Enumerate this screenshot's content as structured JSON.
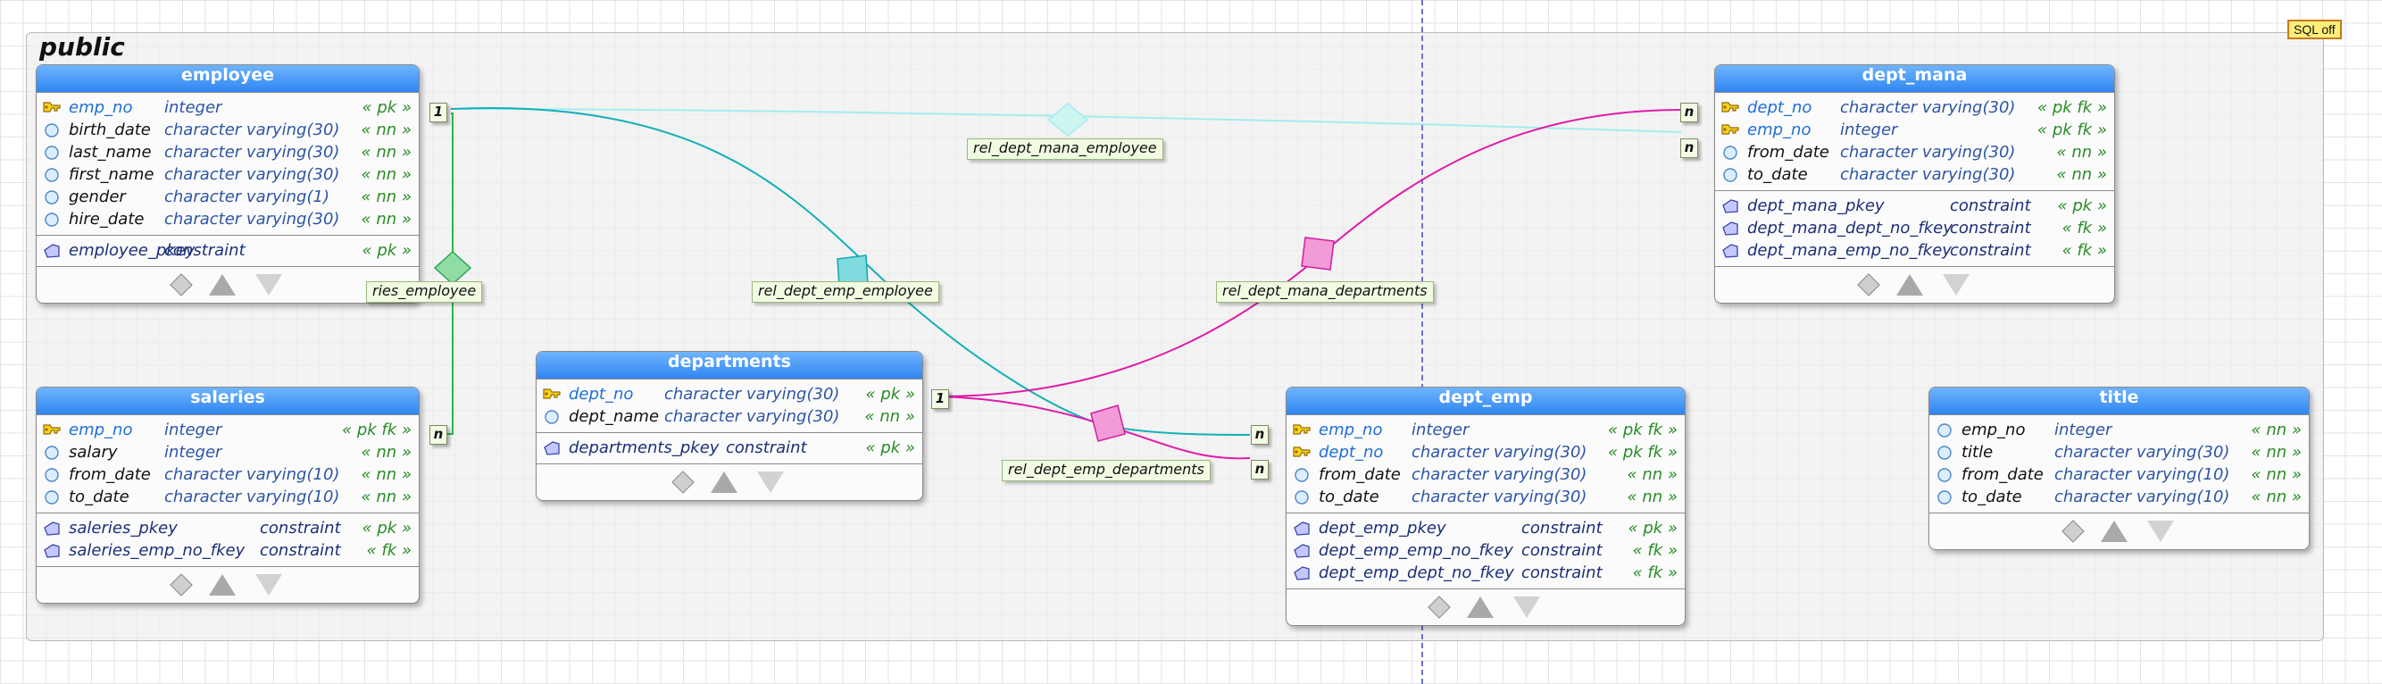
{
  "schema": {
    "title": "public"
  },
  "badge": {
    "label": "SQL off"
  },
  "icons": {
    "pk": "key-icon",
    "column": "circle-icon",
    "constraint": "pentagon-icon",
    "tools": [
      "diamond-icon",
      "triangle-up-icon",
      "triangle-down-icon"
    ]
  },
  "colors": {
    "header": "#3a8ff5",
    "employee_links": "#12b0b8",
    "manager_links": "#e01aa8",
    "saleries_link": "#27b84a",
    "flag": "#2c8c28",
    "type": "#2e55a4"
  },
  "tables": {
    "employee": {
      "name": "employee",
      "columns": [
        {
          "name": "emp_no",
          "type": "integer",
          "flag": "« pk »",
          "kind": "pk"
        },
        {
          "name": "birth_date",
          "type": "character varying(30)",
          "flag": "« nn »",
          "kind": "col"
        },
        {
          "name": "last_name",
          "type": "character varying(30)",
          "flag": "« nn »",
          "kind": "col"
        },
        {
          "name": "first_name",
          "type": "character varying(30)",
          "flag": "« nn »",
          "kind": "col"
        },
        {
          "name": "gender",
          "type": "character varying(1)",
          "flag": "« nn »",
          "kind": "col"
        },
        {
          "name": "hire_date",
          "type": "character varying(30)",
          "flag": "« nn »",
          "kind": "col"
        }
      ],
      "constraints": [
        {
          "name": "employee_pkey",
          "type": "constraint",
          "flag": "« pk »"
        }
      ]
    },
    "saleries": {
      "name": "saleries",
      "columns": [
        {
          "name": "emp_no",
          "type": "integer",
          "flag": "« pk fk »",
          "kind": "pk"
        },
        {
          "name": "salary",
          "type": "integer",
          "flag": "« nn »",
          "kind": "col"
        },
        {
          "name": "from_date",
          "type": "character varying(10)",
          "flag": "« nn »",
          "kind": "col"
        },
        {
          "name": "to_date",
          "type": "character varying(10)",
          "flag": "« nn »",
          "kind": "col"
        }
      ],
      "constraints": [
        {
          "name": "saleries_pkey",
          "type": "constraint",
          "flag": "« pk »"
        },
        {
          "name": "saleries_emp_no_fkey",
          "type": "constraint",
          "flag": "« fk »"
        }
      ]
    },
    "departments": {
      "name": "departments",
      "columns": [
        {
          "name": "dept_no",
          "type": "character varying(30)",
          "flag": "« pk »",
          "kind": "pk"
        },
        {
          "name": "dept_name",
          "type": "character varying(30)",
          "flag": "« nn »",
          "kind": "col"
        }
      ],
      "constraints": [
        {
          "name": "departments_pkey",
          "type": "constraint",
          "flag": "« pk »"
        }
      ]
    },
    "dept_emp": {
      "name": "dept_emp",
      "columns": [
        {
          "name": "emp_no",
          "type": "integer",
          "flag": "« pk fk »",
          "kind": "pk"
        },
        {
          "name": "dept_no",
          "type": "character varying(30)",
          "flag": "« pk fk »",
          "kind": "pk"
        },
        {
          "name": "from_date",
          "type": "character varying(30)",
          "flag": "« nn »",
          "kind": "col"
        },
        {
          "name": "to_date",
          "type": "character varying(30)",
          "flag": "« nn »",
          "kind": "col"
        }
      ],
      "constraints": [
        {
          "name": "dept_emp_pkey",
          "type": "constraint",
          "flag": "« pk »"
        },
        {
          "name": "dept_emp_emp_no_fkey",
          "type": "constraint",
          "flag": "« fk »"
        },
        {
          "name": "dept_emp_dept_no_fkey",
          "type": "constraint",
          "flag": "« fk »"
        }
      ]
    },
    "dept_mana": {
      "name": "dept_mana",
      "columns": [
        {
          "name": "dept_no",
          "type": "character varying(30)",
          "flag": "« pk fk »",
          "kind": "pk"
        },
        {
          "name": "emp_no",
          "type": "integer",
          "flag": "« pk fk »",
          "kind": "pk"
        },
        {
          "name": "from_date",
          "type": "character varying(30)",
          "flag": "« nn »",
          "kind": "col"
        },
        {
          "name": "to_date",
          "type": "character varying(30)",
          "flag": "« nn »",
          "kind": "col"
        }
      ],
      "constraints": [
        {
          "name": "dept_mana_pkey",
          "type": "constraint",
          "flag": "« pk »"
        },
        {
          "name": "dept_mana_dept_no_fkey",
          "type": "constraint",
          "flag": "« fk »"
        },
        {
          "name": "dept_mana_emp_no_fkey",
          "type": "constraint",
          "flag": "« fk »"
        }
      ]
    },
    "title": {
      "name": "title",
      "columns": [
        {
          "name": "emp_no",
          "type": "integer",
          "flag": "« nn »",
          "kind": "col"
        },
        {
          "name": "title",
          "type": "character varying(30)",
          "flag": "« nn »",
          "kind": "col"
        },
        {
          "name": "from_date",
          "type": "character varying(10)",
          "flag": "« nn »",
          "kind": "col"
        },
        {
          "name": "to_date",
          "type": "character varying(10)",
          "flag": "« nn »",
          "kind": "col"
        }
      ],
      "constraints": []
    }
  },
  "relationships": [
    {
      "id": "rel_saleries_employee",
      "label": "ries_employee",
      "from": "employee",
      "to": "saleries",
      "from_card": "1",
      "to_card": "n"
    },
    {
      "id": "rel_dept_mana_employee",
      "label": "rel_dept_mana_employee",
      "from": "employee",
      "to": "dept_mana",
      "from_card": "1",
      "to_card": "n"
    },
    {
      "id": "rel_dept_emp_employee",
      "label": "rel_dept_emp_employee",
      "from": "employee",
      "to": "dept_emp",
      "from_card": "1",
      "to_card": "n"
    },
    {
      "id": "rel_dept_mana_departments",
      "label": "rel_dept_mana_departments",
      "from": "departments",
      "to": "dept_mana",
      "from_card": "1",
      "to_card": "n"
    },
    {
      "id": "rel_dept_emp_departments",
      "label": "rel_dept_emp_departments",
      "from": "departments",
      "to": "dept_emp",
      "from_card": "1",
      "to_card": "n"
    }
  ]
}
